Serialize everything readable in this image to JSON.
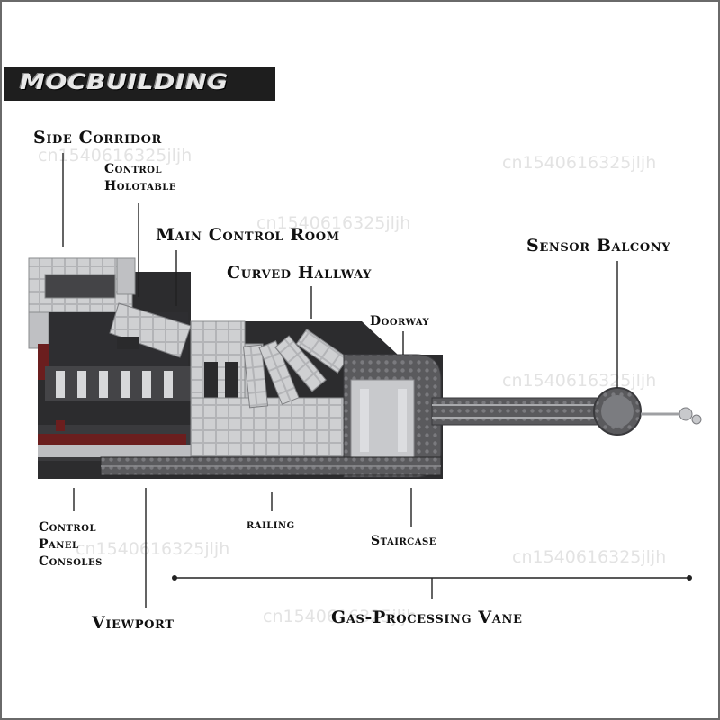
{
  "brand": {
    "logo_text": "MOCBUILDING"
  },
  "watermark": "cn1540616325jljh",
  "labels": {
    "side_corridor": "Side Corridor",
    "control_holotable": [
      "Control",
      "Holotable"
    ],
    "main_control_room": "Main Control Room",
    "curved_hallway": "Curved Hallway",
    "doorway": "Doorway",
    "sensor_balcony": "Sensor Balcony",
    "control_panel_consoles": [
      "Control",
      "Panel",
      "Consoles"
    ],
    "railing": "railing",
    "staircase": "Staircase",
    "viewport": "Viewport",
    "gas_processing_vane": "Gas-Processing Vane"
  },
  "colors": {
    "banner": "#1e1e1e",
    "panel_light": "#c9cacc",
    "panel_dark": "#4e4e50",
    "floor_dark": "#2a2a2c",
    "accent_red": "#6b1e1e"
  }
}
